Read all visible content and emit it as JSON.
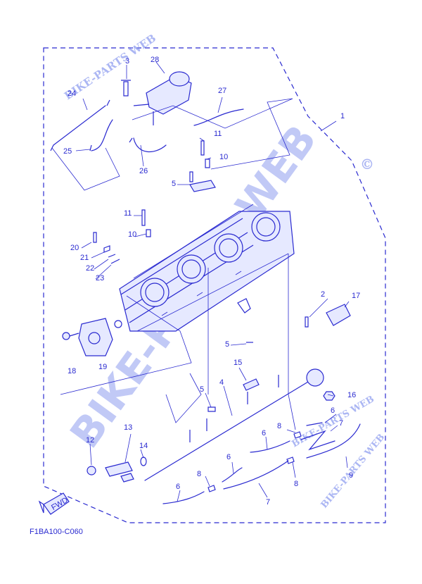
{
  "diagram_code": "F1BA100-C060",
  "fwd_label": "FWD",
  "watermarks": {
    "big": "BIKE-PARTS WEB",
    "top": "BIKE-PARTS WEB",
    "mid": "BIKE-PARTS WEB",
    "corner": "BIKE-PARTS WEB",
    "copyright": "©"
  },
  "callouts": {
    "c1": "1",
    "c2": "2",
    "c3": "3",
    "c4": "4",
    "c5a": "5",
    "c5b": "5",
    "c5c": "5",
    "c6a": "6",
    "c6b": "6",
    "c6c": "6",
    "c6d": "6",
    "c7a": "7",
    "c7b": "7",
    "c8a": "8",
    "c8b": "8",
    "c8c": "8",
    "c9": "9",
    "c10a": "10",
    "c10b": "10",
    "c11a": "11",
    "c11b": "11",
    "c12": "12",
    "c13": "13",
    "c14": "14",
    "c15": "15",
    "c16": "16",
    "c17": "17",
    "c18": "18",
    "c19": "19",
    "c20": "20",
    "c21": "21",
    "c22": "22",
    "c23": "23",
    "c24": "24",
    "c25": "25",
    "c26": "26",
    "c27": "27",
    "c28": "28"
  }
}
